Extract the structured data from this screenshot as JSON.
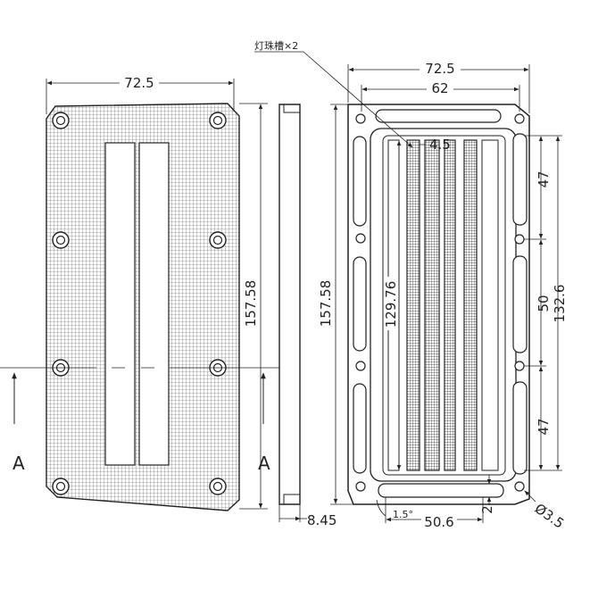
{
  "dimensions": {
    "front_width": "72.5",
    "front_height": "157.58",
    "side_thickness": "8.45",
    "back_width": "72.5",
    "back_inner_width": "62",
    "back_height": "157.58",
    "slot_length": "129.76",
    "slot_gap": "4.5",
    "seg_top": "47",
    "seg_mid": "50",
    "seg_bottom": "47",
    "hole_span": "132.6",
    "bottom_width": "50.6",
    "bottom_offset": "2",
    "angle": "1.5°",
    "hole_dia": "Ø3.5"
  },
  "annotations": {
    "callout": "灯珠槽×2",
    "section_left": "A",
    "section_right": "A"
  }
}
